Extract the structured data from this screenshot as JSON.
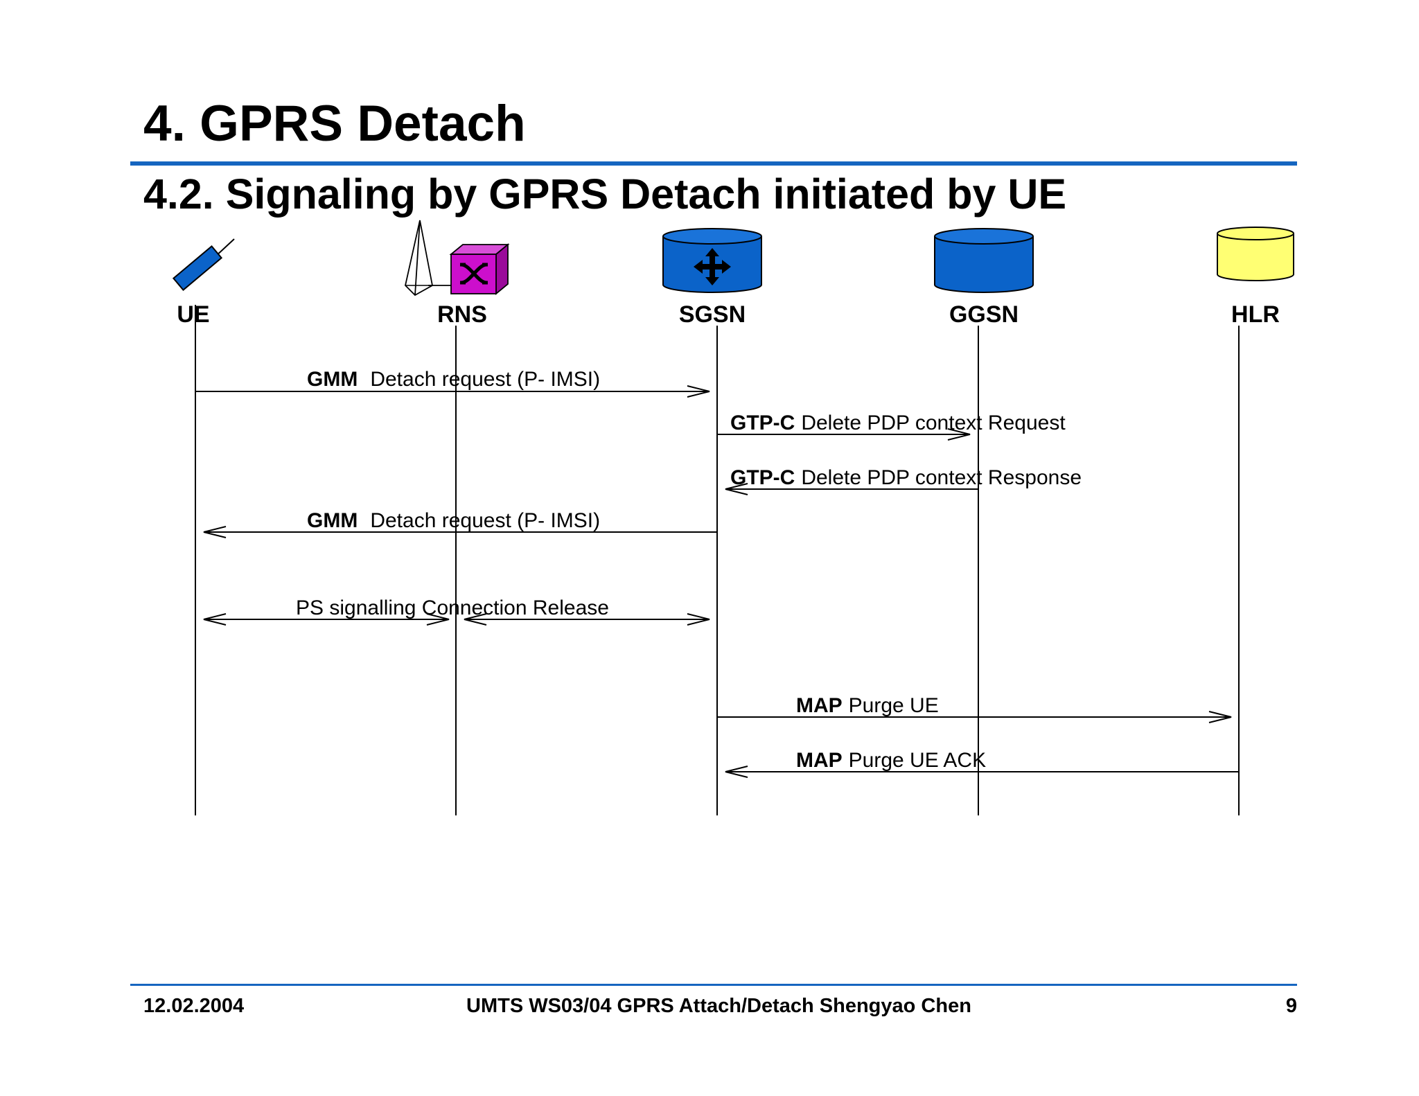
{
  "slide": {
    "title": "4. GPRS Detach",
    "subtitle": "4.2. Signaling by GPRS Detach initiated by UE"
  },
  "entities": [
    {
      "id": "ue",
      "label": "UE",
      "icon": "ue-handset-icon"
    },
    {
      "id": "rns",
      "label": "RNS",
      "icon": "rns-antenna-switch-icon"
    },
    {
      "id": "sgsn",
      "label": "SGSN",
      "icon": "sgsn-router-cylinder-icon"
    },
    {
      "id": "ggsn",
      "label": "GGSN",
      "icon": "ggsn-cylinder-icon"
    },
    {
      "id": "hlr",
      "label": "HLR",
      "icon": "hlr-database-icon"
    }
  ],
  "messages": [
    {
      "protocol": "GMM",
      "text": "Detach request (P- IMSI)",
      "from": "ue",
      "to": "sgsn"
    },
    {
      "protocol": "GTP-C",
      "text": "Delete PDP context Request",
      "from": "sgsn",
      "to": "ggsn"
    },
    {
      "protocol": "GTP-C",
      "text": "Delete PDP context Response",
      "from": "ggsn",
      "to": "sgsn"
    },
    {
      "protocol": "GMM",
      "text": "Detach request (P- IMSI)",
      "from": "sgsn",
      "to": "ue"
    },
    {
      "protocol": "",
      "text": "PS signalling Connection Release",
      "from": "ue",
      "to": "sgsn",
      "bidirectional": true
    },
    {
      "protocol": "MAP",
      "text": "Purge UE",
      "from": "sgsn",
      "to": "hlr"
    },
    {
      "protocol": "MAP",
      "text": "Purge UE ACK",
      "from": "hlr",
      "to": "sgsn"
    }
  ],
  "footer": {
    "date": "12.02.2004",
    "center": "UMTS WS03/04 GPRS Attach/Detach  Shengyao Chen",
    "page": "9"
  },
  "colors": {
    "accent": "#1565c0",
    "node_blue": "#0b63c9",
    "rns_magenta": "#cc0fcc",
    "hlr_yellow": "#ffff73"
  }
}
